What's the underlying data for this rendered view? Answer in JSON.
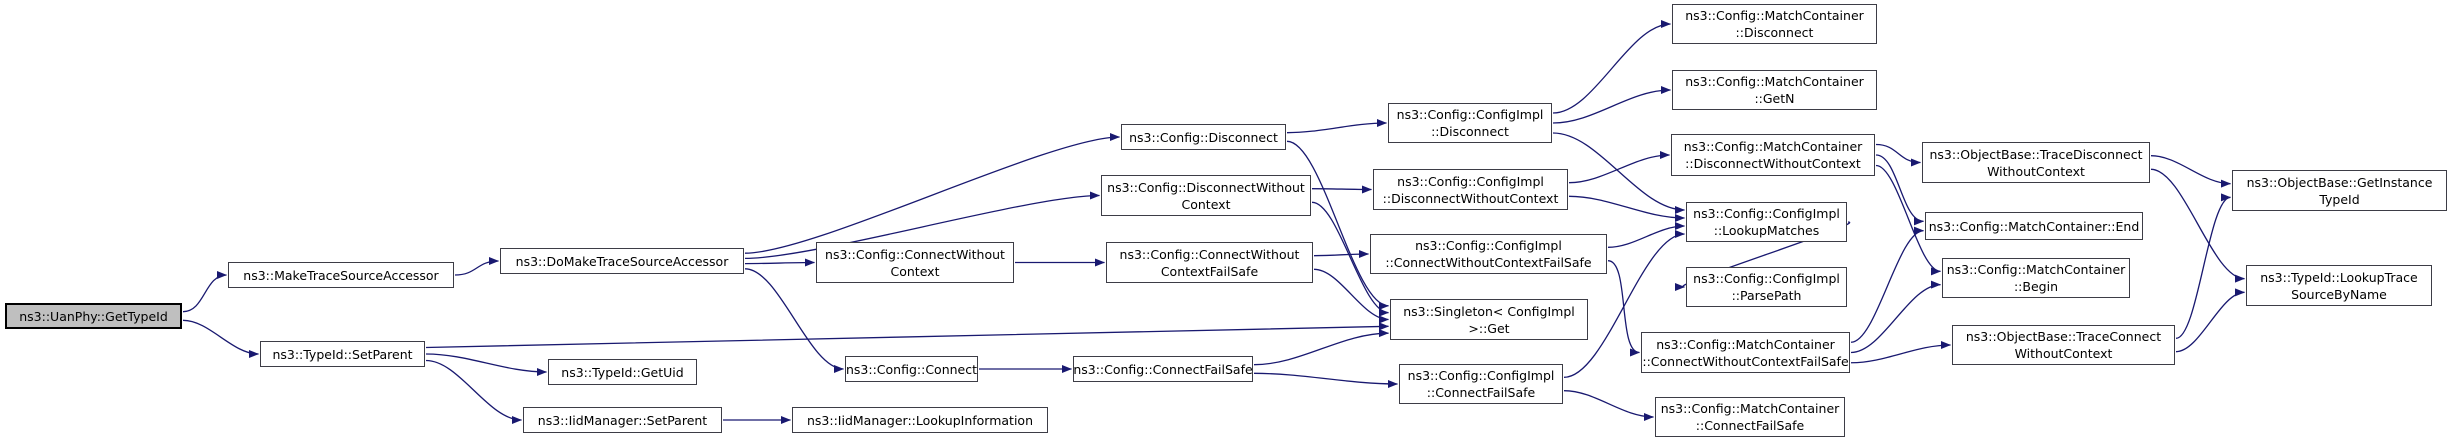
{
  "diagram": {
    "type": "call-graph",
    "root_id": "uanphy-gettypeid",
    "colors": {
      "edge": "#191970",
      "node_border": "#3d3d46",
      "root_fill": "#bfbfbf",
      "node_fill": "#ffffff",
      "text": "#000000",
      "background": "#ffffff"
    },
    "nodes": [
      {
        "id": "uanphy-gettypeid",
        "label": "ns3::UanPhy::GetTypeId"
      },
      {
        "id": "maketracesourceaccessor",
        "label": "ns3::MakeTraceSourceAccessor"
      },
      {
        "id": "typeid-setparent",
        "label": "ns3::TypeId::SetParent"
      },
      {
        "id": "domaketracesourceaccessor",
        "label": "ns3::DoMakeTraceSourceAccessor"
      },
      {
        "id": "typeid-getuid",
        "label": "ns3::TypeId::GetUid"
      },
      {
        "id": "iidmanager-setparent",
        "label": "ns3::IidManager::SetParent"
      },
      {
        "id": "iidmanager-lookupinformation",
        "label": "ns3::IidManager::LookupInformation"
      },
      {
        "id": "config-connectwithoutcontext",
        "label": "ns3::Config::ConnectWithout\nContext"
      },
      {
        "id": "config-connect",
        "label": "ns3::Config::Connect"
      },
      {
        "id": "config-disconnect",
        "label": "ns3::Config::Disconnect"
      },
      {
        "id": "config-disconnectwithoutcontext",
        "label": "ns3::Config::DisconnectWithout\nContext"
      },
      {
        "id": "config-connectwithoutcontextfailsafe",
        "label": "ns3::Config::ConnectWithout\nContextFailSafe"
      },
      {
        "id": "config-connectfailsafe",
        "label": "ns3::Config::ConnectFailSafe"
      },
      {
        "id": "configimpl-disconnect",
        "label": "ns3::Config::ConfigImpl\n::Disconnect"
      },
      {
        "id": "configimpl-disconnectwithoutcontext",
        "label": "ns3::Config::ConfigImpl\n::DisconnectWithoutContext"
      },
      {
        "id": "configimpl-connectwithoutcontextfailsafe",
        "label": "ns3::Config::ConfigImpl\n::ConnectWithoutContextFailSafe"
      },
      {
        "id": "singleton-configimpl-get",
        "label": "ns3::Singleton< ConfigImpl\n>::Get"
      },
      {
        "id": "configimpl-connectfailsafe",
        "label": "ns3::Config::ConfigImpl\n::ConnectFailSafe"
      },
      {
        "id": "matchcontainer-disconnect",
        "label": "ns3::Config::MatchContainer\n::Disconnect"
      },
      {
        "id": "matchcontainer-getn",
        "label": "ns3::Config::MatchContainer\n::GetN"
      },
      {
        "id": "matchcontainer-disconnectwithoutcontext",
        "label": "ns3::Config::MatchContainer\n::DisconnectWithoutContext"
      },
      {
        "id": "configimpl-lookupmatches",
        "label": "ns3::Config::ConfigImpl\n::LookupMatches"
      },
      {
        "id": "configimpl-parsepath",
        "label": "ns3::Config::ConfigImpl\n::ParsePath"
      },
      {
        "id": "matchcontainer-connectwithoutcontextfailsafe",
        "label": "ns3::Config::MatchContainer\n::ConnectWithoutContextFailSafe"
      },
      {
        "id": "matchcontainer-connectfailsafe",
        "label": "ns3::Config::MatchContainer\n::ConnectFailSafe"
      },
      {
        "id": "objectbase-tracedisconnectwithoutcontext",
        "label": "ns3::ObjectBase::TraceDisconnect\nWithoutContext"
      },
      {
        "id": "matchcontainer-end",
        "label": "ns3::Config::MatchContainer::End"
      },
      {
        "id": "matchcontainer-begin",
        "label": "ns3::Config::MatchContainer\n::Begin"
      },
      {
        "id": "objectbase-traceconnectwithoutcontext",
        "label": "ns3::ObjectBase::TraceConnect\nWithoutContext"
      },
      {
        "id": "objectbase-getinstancetypeid",
        "label": "ns3::ObjectBase::GetInstance\nTypeId"
      },
      {
        "id": "typeid-lookuptracesourcebyname",
        "label": "ns3::TypeId::LookupTrace\nSourceByName"
      }
    ],
    "edges": [
      [
        "uanphy-gettypeid",
        "maketracesourceaccessor"
      ],
      [
        "uanphy-gettypeid",
        "typeid-setparent"
      ],
      [
        "maketracesourceaccessor",
        "domaketracesourceaccessor"
      ],
      [
        "typeid-setparent",
        "typeid-getuid"
      ],
      [
        "typeid-setparent",
        "iidmanager-setparent"
      ],
      [
        "typeid-setparent",
        "singleton-configimpl-get"
      ],
      [
        "iidmanager-setparent",
        "iidmanager-lookupinformation"
      ],
      [
        "domaketracesourceaccessor",
        "config-connectwithoutcontext"
      ],
      [
        "domaketracesourceaccessor",
        "config-connect"
      ],
      [
        "domaketracesourceaccessor",
        "config-disconnect"
      ],
      [
        "domaketracesourceaccessor",
        "config-disconnectwithoutcontext"
      ],
      [
        "config-connectwithoutcontext",
        "config-connectwithoutcontextfailsafe"
      ],
      [
        "config-connect",
        "config-connectfailsafe"
      ],
      [
        "config-disconnect",
        "configimpl-disconnect"
      ],
      [
        "config-disconnect",
        "singleton-configimpl-get"
      ],
      [
        "config-disconnectwithoutcontext",
        "configimpl-disconnectwithoutcontext"
      ],
      [
        "config-disconnectwithoutcontext",
        "singleton-configimpl-get"
      ],
      [
        "config-connectwithoutcontextfailsafe",
        "configimpl-connectwithoutcontextfailsafe"
      ],
      [
        "config-connectwithoutcontextfailsafe",
        "singleton-configimpl-get"
      ],
      [
        "config-connectfailsafe",
        "configimpl-connectfailsafe"
      ],
      [
        "config-connectfailsafe",
        "singleton-configimpl-get"
      ],
      [
        "configimpl-disconnect",
        "matchcontainer-disconnect"
      ],
      [
        "configimpl-disconnect",
        "matchcontainer-getn"
      ],
      [
        "configimpl-disconnect",
        "configimpl-lookupmatches"
      ],
      [
        "configimpl-disconnectwithoutcontext",
        "matchcontainer-disconnectwithoutcontext"
      ],
      [
        "configimpl-disconnectwithoutcontext",
        "configimpl-lookupmatches"
      ],
      [
        "configimpl-connectwithoutcontextfailsafe",
        "configimpl-lookupmatches"
      ],
      [
        "configimpl-connectwithoutcontextfailsafe",
        "matchcontainer-connectwithoutcontextfailsafe"
      ],
      [
        "configimpl-connectfailsafe",
        "configimpl-lookupmatches"
      ],
      [
        "configimpl-connectfailsafe",
        "matchcontainer-connectfailsafe"
      ],
      [
        "configimpl-lookupmatches",
        "configimpl-parsepath"
      ],
      [
        "matchcontainer-disconnectwithoutcontext",
        "objectbase-tracedisconnectwithoutcontext"
      ],
      [
        "matchcontainer-disconnectwithoutcontext",
        "matchcontainer-end"
      ],
      [
        "matchcontainer-disconnectwithoutcontext",
        "matchcontainer-begin"
      ],
      [
        "matchcontainer-connectwithoutcontextfailsafe",
        "objectbase-traceconnectwithoutcontext"
      ],
      [
        "matchcontainer-connectwithoutcontextfailsafe",
        "matchcontainer-end"
      ],
      [
        "matchcontainer-connectwithoutcontextfailsafe",
        "matchcontainer-begin"
      ],
      [
        "objectbase-tracedisconnectwithoutcontext",
        "objectbase-getinstancetypeid"
      ],
      [
        "objectbase-tracedisconnectwithoutcontext",
        "typeid-lookuptracesourcebyname"
      ],
      [
        "objectbase-traceconnectwithoutcontext",
        "objectbase-getinstancetypeid"
      ],
      [
        "objectbase-traceconnectwithoutcontext",
        "typeid-lookuptracesourcebyname"
      ]
    ]
  }
}
